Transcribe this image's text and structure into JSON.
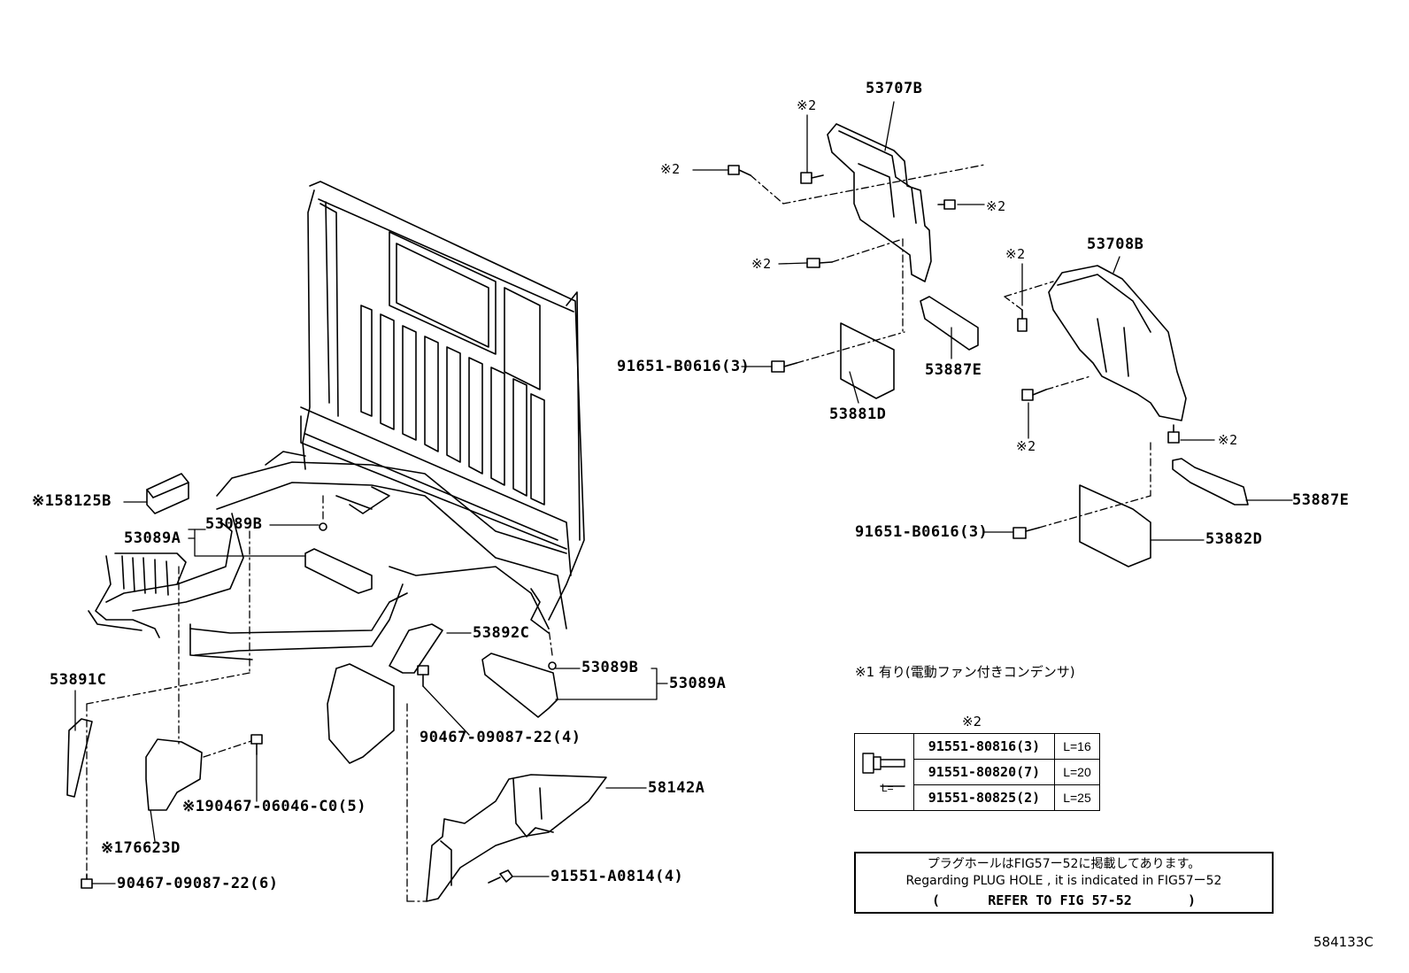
{
  "labels": {
    "p53707B": "53707B",
    "p53708B": "53708B",
    "p53887E_upper": "53887E",
    "p53887E_lower": "53887E",
    "p53881D": "53881D",
    "p53882D": "53882D",
    "p91651_upper": "91651-B0616(3)",
    "p91651_lower": "91651-B0616(3)",
    "p58125B": "※158125B",
    "p53089A_left": "53089A",
    "p53089B_left": "53089B",
    "p53892C": "53892C",
    "p53089B_right": "53089B",
    "p53089A_right": "53089A",
    "p53891C": "53891C",
    "p90467_22_4": "90467-09087-22(4)",
    "p90467_06046": "※190467-06046-C0(5)",
    "p76623D": "※176623D",
    "p90467_22_6": "90467-09087-22(6)",
    "p58142A": "58142A",
    "p91551_A0814": "91551-A0814(4)",
    "m2_a": "※2",
    "m2_b": "※2",
    "m2_c": "※2",
    "m2_d": "※2",
    "m2_e": "※2",
    "m2_f": "※2",
    "m2_g": "※2"
  },
  "note1": "※1 有り(電動ファン付きコンデンサ)",
  "bolt_table": {
    "mark": "※2",
    "rows": [
      {
        "part": "91551-80816(3)",
        "length": "L=16"
      },
      {
        "part": "91551-80820(7)",
        "length": "L=20"
      },
      {
        "part": "91551-80825(2)",
        "length": "L=25"
      }
    ],
    "pic_label": "L="
  },
  "ref_box": {
    "line1": "プラグホールはFIG57ー52に掲載してあります。",
    "line2": "Regarding PLUG HOLE , it is indicated in FIG57ー52",
    "line3": "(      REFER TO FIG 57-52       )"
  },
  "figure_number": "584133C"
}
